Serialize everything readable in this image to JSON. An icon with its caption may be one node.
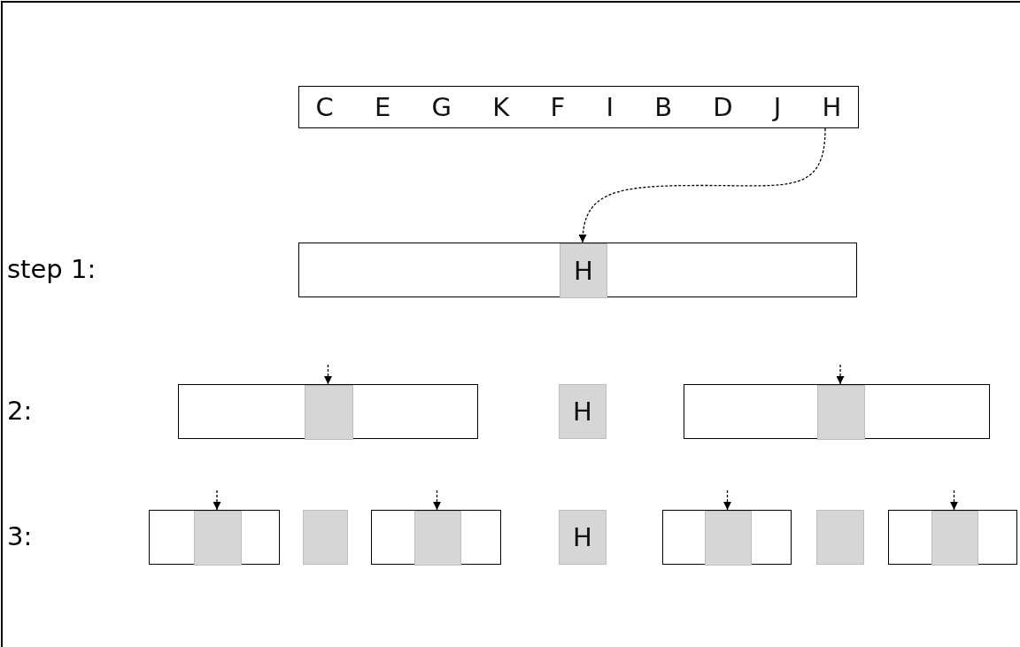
{
  "diagram": {
    "nodes": [
      {
        "text": [
          "C E G K F I B D J H"
        ]
      },
      {
        "text": [],
        "shape": "box"
      },
      {
        "text": [
          "H"
        ],
        "in": 1
      },
      {
        "text": [],
        "shape": "box"
      },
      {
        "text": [],
        "shape": "box",
        "in": 3
      },
      {
        "text": [
          "H"
        ]
      },
      {
        "text": [],
        "shape": "box"
      },
      {
        "text": [],
        "shape": "box",
        "in": 6
      },
      {
        "text": [],
        "shape": "box"
      },
      {
        "text": [],
        "shape": "box",
        "in": 8
      },
      {
        "text": [],
        "shape": "box"
      },
      {
        "text": [],
        "shape": "box"
      },
      {
        "text": [],
        "shape": "box",
        "in": 11
      },
      {
        "text": [
          "H"
        ]
      },
      {
        "text": [],
        "shape": "box"
      },
      {
        "text": [],
        "shape": "box",
        "in": 14
      },
      {
        "text": [],
        "shape": "box"
      },
      {
        "text": [],
        "shape": "box"
      },
      {
        "text": [],
        "shape": "box",
        "in": 17
      }
    ],
    "edges": [
      {
        "from": 0,
        "to": 2,
        "arrow": "to",
        "style": "dashed"
      },
      {
        "from": null,
        "to": 4,
        "arrow": "to",
        "style": "dashed"
      },
      {
        "from": null,
        "to": 7,
        "arrow": "to",
        "style": "dashed"
      },
      {
        "from": null,
        "to": 9,
        "arrow": "to",
        "style": "dashed"
      },
      {
        "from": null,
        "to": 12,
        "arrow": "to",
        "style": "dashed"
      },
      {
        "from": null,
        "to": 15,
        "arrow": "to",
        "style": "dashed"
      },
      {
        "from": null,
        "to": 18,
        "arrow": "to",
        "style": "dashed"
      }
    ],
    "labels": [
      "step 1:",
      "2:",
      "3:"
    ]
  }
}
